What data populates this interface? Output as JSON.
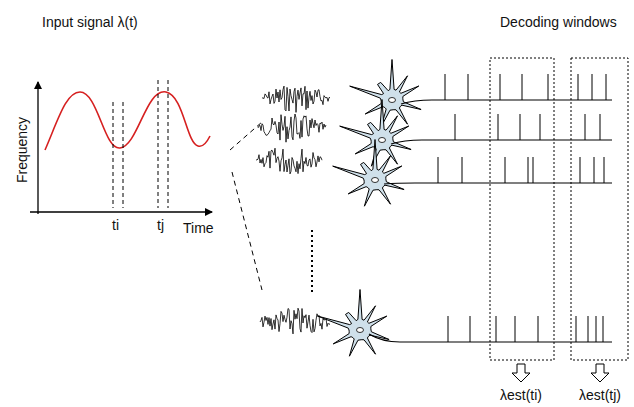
{
  "diagram": {
    "labels": [
      "Input signal λ(t)",
      "Frequency",
      "Time",
      "ti",
      "tj",
      "Decoding windows",
      "λest(ti)",
      "λest(tj)"
    ]
  }
}
